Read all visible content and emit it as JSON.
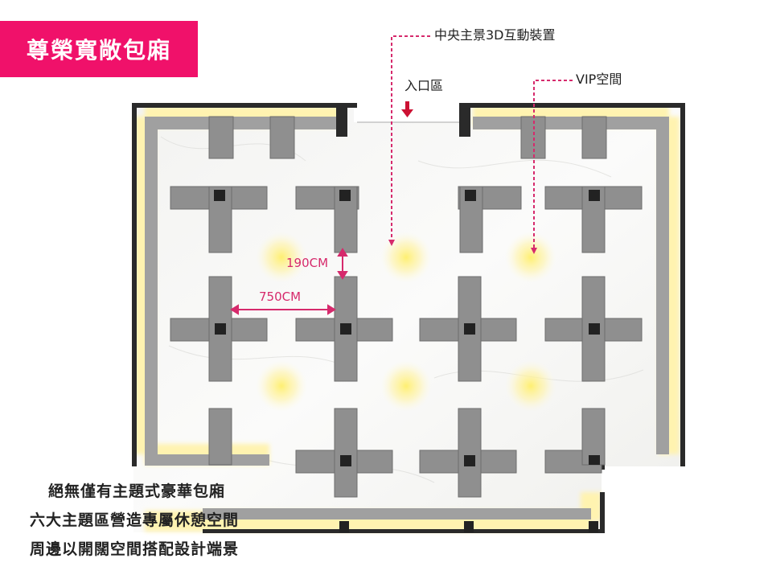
{
  "title": "尊榮寬敞包廂",
  "callouts": {
    "central": "中央主景3D互動裝置",
    "entrance": "入口區",
    "vip": "VIP空間"
  },
  "dimensions": {
    "vertical": "190CM",
    "horizontal": "750CM"
  },
  "features": [
    "絕無僅有主題式豪華包廂",
    "六大主題區營造專屬休憩空間",
    "周邊以開闊空間搭配設計端景"
  ],
  "colors": {
    "accent": "#f0116a",
    "dimension": "#d62a6c",
    "arrow": "#cc1133",
    "wall": "#2a2a2a",
    "seat": "#8f8f8f",
    "glow": "#fff6b0"
  }
}
